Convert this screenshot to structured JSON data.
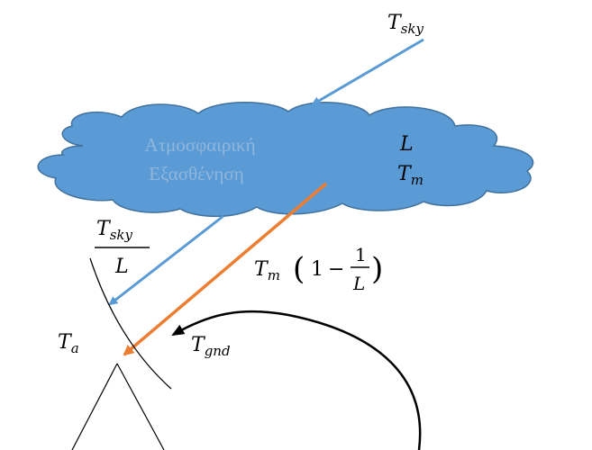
{
  "cloud": {
    "label_line1": "Ατμοσφαιρική",
    "label_line2": "Εξασθένηση",
    "loss_symbol": "L",
    "temp_symbol": "T",
    "temp_subscript": "m"
  },
  "labels": {
    "t_sky_top": {
      "main": "T",
      "sub": "sky"
    },
    "t_sky_attenuated": {
      "main": "T",
      "sub": "sky",
      "denominator": "L"
    },
    "t_atm_emission": {
      "main": "T",
      "sub": "m",
      "open_paren": "(",
      "one": "1",
      "minus": "−",
      "frac_num": "1",
      "frac_den": "L",
      "close_paren": ")"
    },
    "t_antenna": {
      "main": "T",
      "sub": "a"
    },
    "t_ground": {
      "main": "T",
      "sub": "gnd"
    }
  },
  "colors": {
    "cloud_fill": "#5b9bd5",
    "cloud_stroke": "#41719c",
    "sky_arrow": "#5b9bd5",
    "atm_arrow": "#ed7d31",
    "ground_arrow": "#000000"
  }
}
